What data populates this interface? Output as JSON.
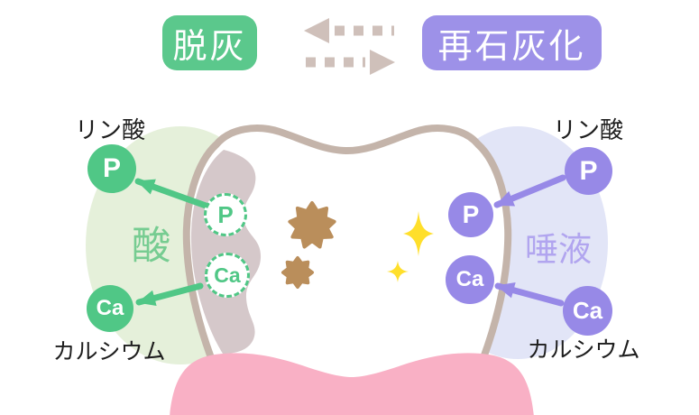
{
  "header": {
    "demineralization": "脱灰",
    "remineralization": "再石灰化"
  },
  "ions": {
    "phosphorus": "P",
    "calcium": "Ca"
  },
  "left_zone": {
    "area_label": "酸",
    "phosphate_label": "リン酸",
    "calcium_label": "カルシウム"
  },
  "right_zone": {
    "area_label": "唾液",
    "phosphate_label": "リン酸",
    "calcium_label": "カルシウム"
  },
  "colors": {
    "green": "#50c786",
    "green_box": "#5bc88c",
    "light_green": "#e5f0da",
    "acid_text": "#76cc91",
    "purple": "#9789e7",
    "purple_box": "#9d91e8",
    "light_purple": "#e2e5f7",
    "saliva_text": "#b1a5ef",
    "taupe_arrow": "#cfc0ba",
    "tooth_outline": "#c4b4aa",
    "decay_blob": "#d5c8ca",
    "gum_pink": "#f9b0c5",
    "bacteria_brown": "#ba8e5b",
    "sparkle_yellow": "#ffdf2b"
  }
}
